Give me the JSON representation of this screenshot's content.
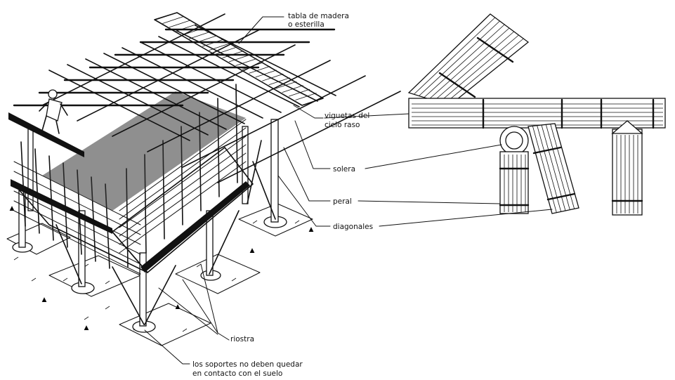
{
  "labels": {
    "tabla": [
      "tabla de madera",
      "o esterilla"
    ],
    "viguetas": [
      "viguetas del",
      "cielo raso"
    ],
    "solera": "solera",
    "pearl": "peral",
    "diagonales": "diagonales",
    "riostra": "riostra",
    "soportes": [
      "los soportes no deben quedar",
      "en contacto con el suelo"
    ]
  }
}
